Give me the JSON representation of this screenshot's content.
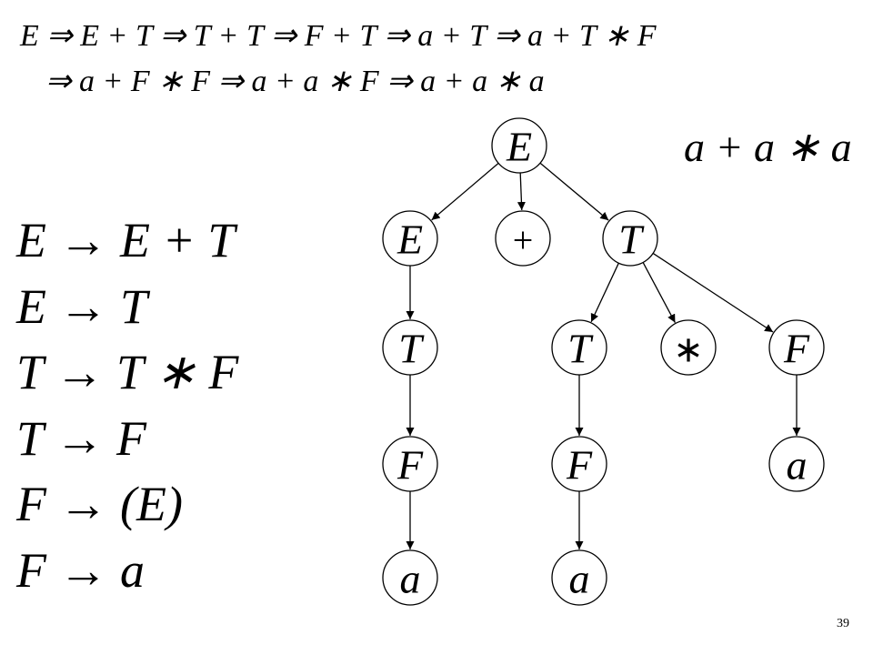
{
  "derivation": {
    "line1": "E ⇒ E + T ⇒ T + T ⇒ F + T ⇒ a + T ⇒ a + T ∗ F",
    "line2": "⇒ a + F ∗ F ⇒ a + a ∗ F ⇒ a + a ∗ a"
  },
  "expression": "a + a ∗ a",
  "grammar": [
    {
      "rule": "E → E + T"
    },
    {
      "rule": "E → T"
    },
    {
      "rule": "T → T ∗ F"
    },
    {
      "rule": "T → F"
    },
    {
      "rule": "F → (E)"
    },
    {
      "rule": "F → a"
    }
  ],
  "tree": {
    "nodes": [
      {
        "id": "root-E",
        "label": "E"
      },
      {
        "id": "E1",
        "label": "E"
      },
      {
        "id": "plus",
        "label": "+"
      },
      {
        "id": "T1",
        "label": "T"
      },
      {
        "id": "T2",
        "label": "T"
      },
      {
        "id": "T3",
        "label": "T"
      },
      {
        "id": "star",
        "label": "∗"
      },
      {
        "id": "F1",
        "label": "F"
      },
      {
        "id": "F2",
        "label": "F"
      },
      {
        "id": "F3",
        "label": "F"
      },
      {
        "id": "a1",
        "label": "a"
      },
      {
        "id": "a2",
        "label": "a"
      },
      {
        "id": "a3",
        "label": "a"
      }
    ],
    "edges": [
      [
        "root-E",
        "E1"
      ],
      [
        "root-E",
        "plus"
      ],
      [
        "root-E",
        "T1"
      ],
      [
        "E1",
        "T2"
      ],
      [
        "T2",
        "F2"
      ],
      [
        "F2",
        "a2"
      ],
      [
        "T1",
        "T3"
      ],
      [
        "T1",
        "star"
      ],
      [
        "T1",
        "F1"
      ],
      [
        "T3",
        "F3"
      ],
      [
        "F3",
        "a3"
      ],
      [
        "F1",
        "a1"
      ]
    ]
  },
  "slide_number": "39"
}
